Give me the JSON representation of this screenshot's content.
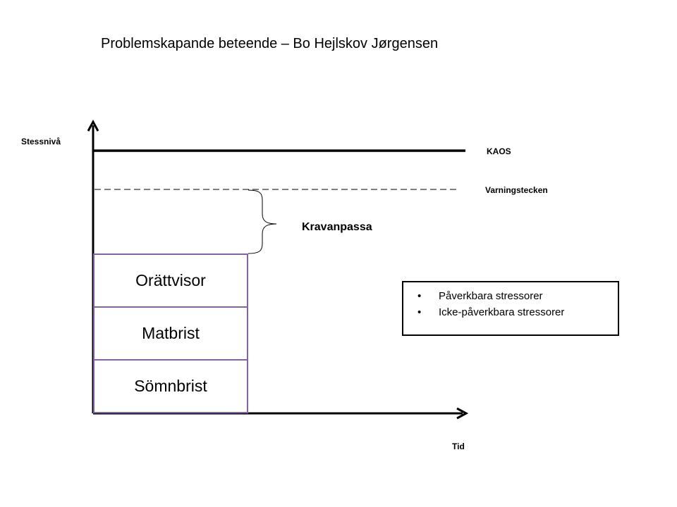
{
  "title": "Problemskapande beteende – Bo Hejlskov Jørgensen",
  "axes": {
    "y_label": "Stessnivå",
    "x_label": "Tid"
  },
  "levels": {
    "chaos_label": "KAOS",
    "warning_label": "Varningstecken"
  },
  "brace_label": "Kravanpassa",
  "stack_blocks": [
    "Orättvisor",
    "Matbrist",
    "Sömnbrist"
  ],
  "legend": {
    "items": [
      "Påverkbara stressorer",
      "Icke-påverkbara stressorer"
    ]
  },
  "colors": {
    "block_border": "#8064a2",
    "lines": "#000000"
  }
}
